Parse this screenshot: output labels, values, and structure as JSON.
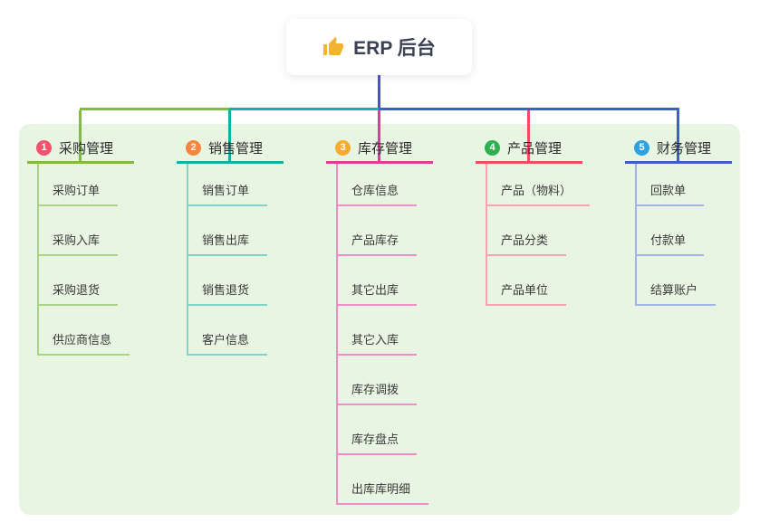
{
  "root": {
    "title": "ERP 后台",
    "icon": "thumbs-up",
    "icon_color": "#f2b232",
    "line_color": "#4a50cc"
  },
  "panel": {
    "background": "#e9f5e3"
  },
  "branches": [
    {
      "number": "1",
      "label": "采购管理",
      "badge_color": "#f4516c",
      "line_color": "#82ba48",
      "child_line_color": "#a9d387",
      "children": [
        "采购订单",
        "采购入库",
        "采购退货",
        "供应商信息"
      ]
    },
    {
      "number": "2",
      "label": "销售管理",
      "badge_color": "#f6853f",
      "line_color": "#10b1a7",
      "child_line_color": "#7fd3ca",
      "children": [
        "销售订单",
        "销售出库",
        "销售退货",
        "客户信息"
      ]
    },
    {
      "number": "3",
      "label": "库存管理",
      "badge_color": "#f8ab2c",
      "line_color": "#e23a97",
      "child_line_color": "#ee8ec4",
      "children": [
        "仓库信息",
        "产品库存",
        "其它出库",
        "其它入库",
        "库存调拨",
        "库存盘点",
        "出库库明细"
      ]
    },
    {
      "number": "4",
      "label": "产品管理",
      "badge_color": "#2eb150",
      "line_color": "#f54c60",
      "child_line_color": "#f8a3ad",
      "children": [
        "产品（物料）",
        "产品分类",
        "产品单位"
      ]
    },
    {
      "number": "5",
      "label": "财务管理",
      "badge_color": "#2ca3e0",
      "line_color": "#3d5fc7",
      "child_line_color": "#9fb5e6",
      "children": [
        "回款单",
        "付款单",
        "结算账户"
      ]
    }
  ]
}
